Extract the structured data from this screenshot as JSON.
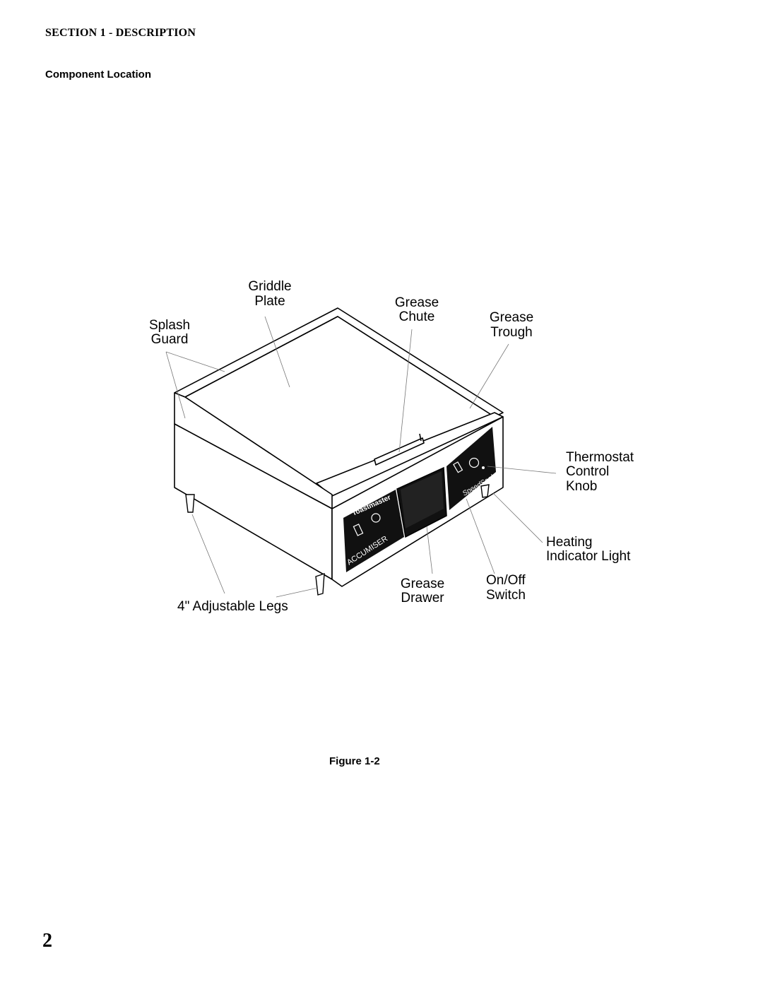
{
  "header": {
    "section_title": "SECTION 1 - DESCRIPTION",
    "subtitle": "Component Location"
  },
  "figure": {
    "labels": {
      "griddle_plate": [
        "Griddle",
        "Plate"
      ],
      "splash_guard": [
        "Splash",
        "Guard"
      ],
      "grease_chute": [
        "Grease",
        "Chute"
      ],
      "grease_trough": [
        "Grease",
        "Trough"
      ],
      "thermostat_knob": [
        "Thermostat",
        "Control",
        "Knob"
      ],
      "heating_light": [
        "Heating",
        "Indicator Light"
      ],
      "on_off_switch": [
        "On/Off",
        "Switch"
      ],
      "grease_drawer": [
        "Grease",
        "Drawer"
      ],
      "legs": "4\" Adjustable Legs"
    },
    "panel_text": {
      "brand": "Toastmaster",
      "model": "ACCUMISER",
      "right_logo": "SpeedSeal",
      "on": "ON",
      "off": "OFF"
    },
    "caption": "Figure 1-2"
  },
  "page_number": "2"
}
